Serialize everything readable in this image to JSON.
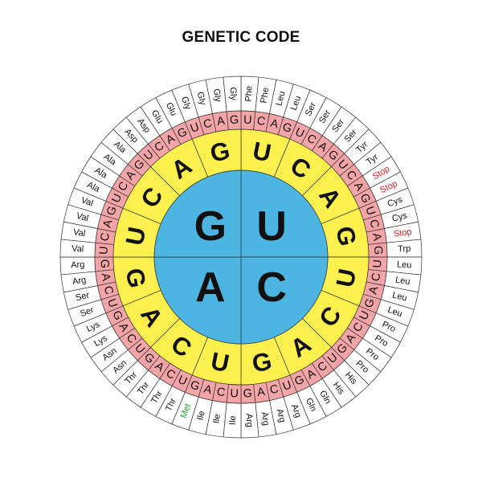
{
  "title": "GENETIC CODE",
  "colors": {
    "inner": "#4db5e2",
    "middle": "#fbf04e",
    "third": "#f3a4a6",
    "outer": "#ffffff",
    "stroke": "#333333",
    "text": "#111111",
    "stop": "#e0191e",
    "start": "#1f9a2e"
  },
  "first_bases": [
    "U",
    "C",
    "A",
    "G"
  ],
  "pattern": [
    "U",
    "C",
    "A",
    "G"
  ],
  "amino_acids": [
    "Phe",
    "Phe",
    "Leu",
    "Leu",
    "Ser",
    "Ser",
    "Ser",
    "Ser",
    "Tyr",
    "Tyr",
    "Stop",
    "Stop",
    "Cys",
    "Cys",
    "Stop",
    "Trp",
    "Leu",
    "Leu",
    "Leu",
    "Leu",
    "Pro",
    "Pro",
    "Pro",
    "Pro",
    "His",
    "His",
    "Gln",
    "Gln",
    "Arg",
    "Arg",
    "Arg",
    "Arg",
    "Ile",
    "Ile",
    "Ile",
    "Met",
    "Thr",
    "Thr",
    "Thr",
    "Thr",
    "Asn",
    "Asn",
    "Lys",
    "Lys",
    "Ser",
    "Ser",
    "Arg",
    "Arg",
    "Val",
    "Val",
    "Val",
    "Val",
    "Ala",
    "Ala",
    "Ala",
    "Ala",
    "Asp",
    "Asp",
    "Glu",
    "Glu",
    "Gly",
    "Gly",
    "Gly",
    "Gly"
  ],
  "stop_label": "Stop",
  "start_label": "Met"
}
